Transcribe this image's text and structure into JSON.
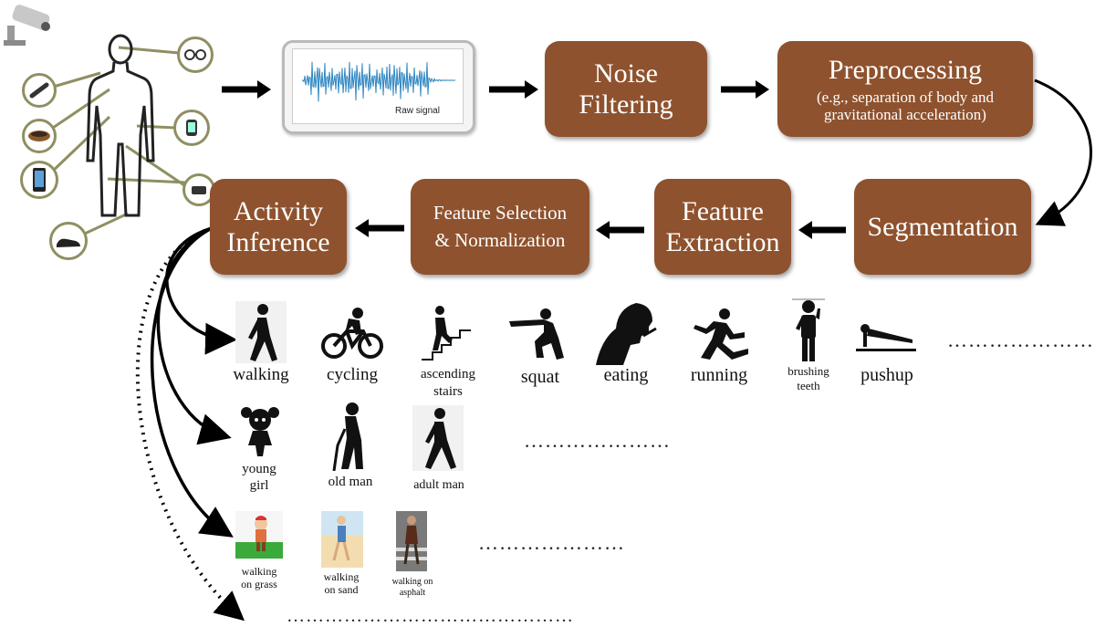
{
  "raw_signal": {
    "label": "Raw signal"
  },
  "pipeline": {
    "noise_filtering": {
      "line1": "Noise",
      "line2": "Filtering"
    },
    "preprocessing": {
      "title": "Preprocessing",
      "sub1": "(e.g., separation of body and",
      "sub2": "gravitational acceleration)"
    },
    "segmentation": {
      "title": "Segmentation"
    },
    "feature_extraction": {
      "line1": "Feature",
      "line2": "Extraction"
    },
    "feature_selection": {
      "line1": "Feature Selection",
      "line2": "& Normalization"
    },
    "activity_inference": {
      "line1": "Activity",
      "line2": "Inference"
    }
  },
  "activities": {
    "walking": "walking",
    "cycling": "cycling",
    "ascending_stairs_1": "ascending",
    "ascending_stairs_2": "stairs",
    "squat": "squat",
    "eating": "eating",
    "running": "running",
    "brushing_teeth_1": "brushing",
    "brushing_teeth_2": "teeth",
    "pushup": "pushup",
    "dots": "…………………"
  },
  "people": {
    "young_girl_1": "young",
    "young_girl_2": "girl",
    "old_man": "old man",
    "adult_man": "adult man",
    "dots": "…………………"
  },
  "surfaces": {
    "grass_1": "walking",
    "grass_2": "on grass",
    "sand_1": "walking",
    "sand_2": "on sand",
    "asphalt_1": "walking on",
    "asphalt_2": "asphalt",
    "dots": "…………………"
  },
  "bottom_dots": "………………………………………",
  "colors": {
    "box": "#8e522e",
    "sensor_ring": "#8f8f62",
    "signal": "#2e86c1"
  }
}
